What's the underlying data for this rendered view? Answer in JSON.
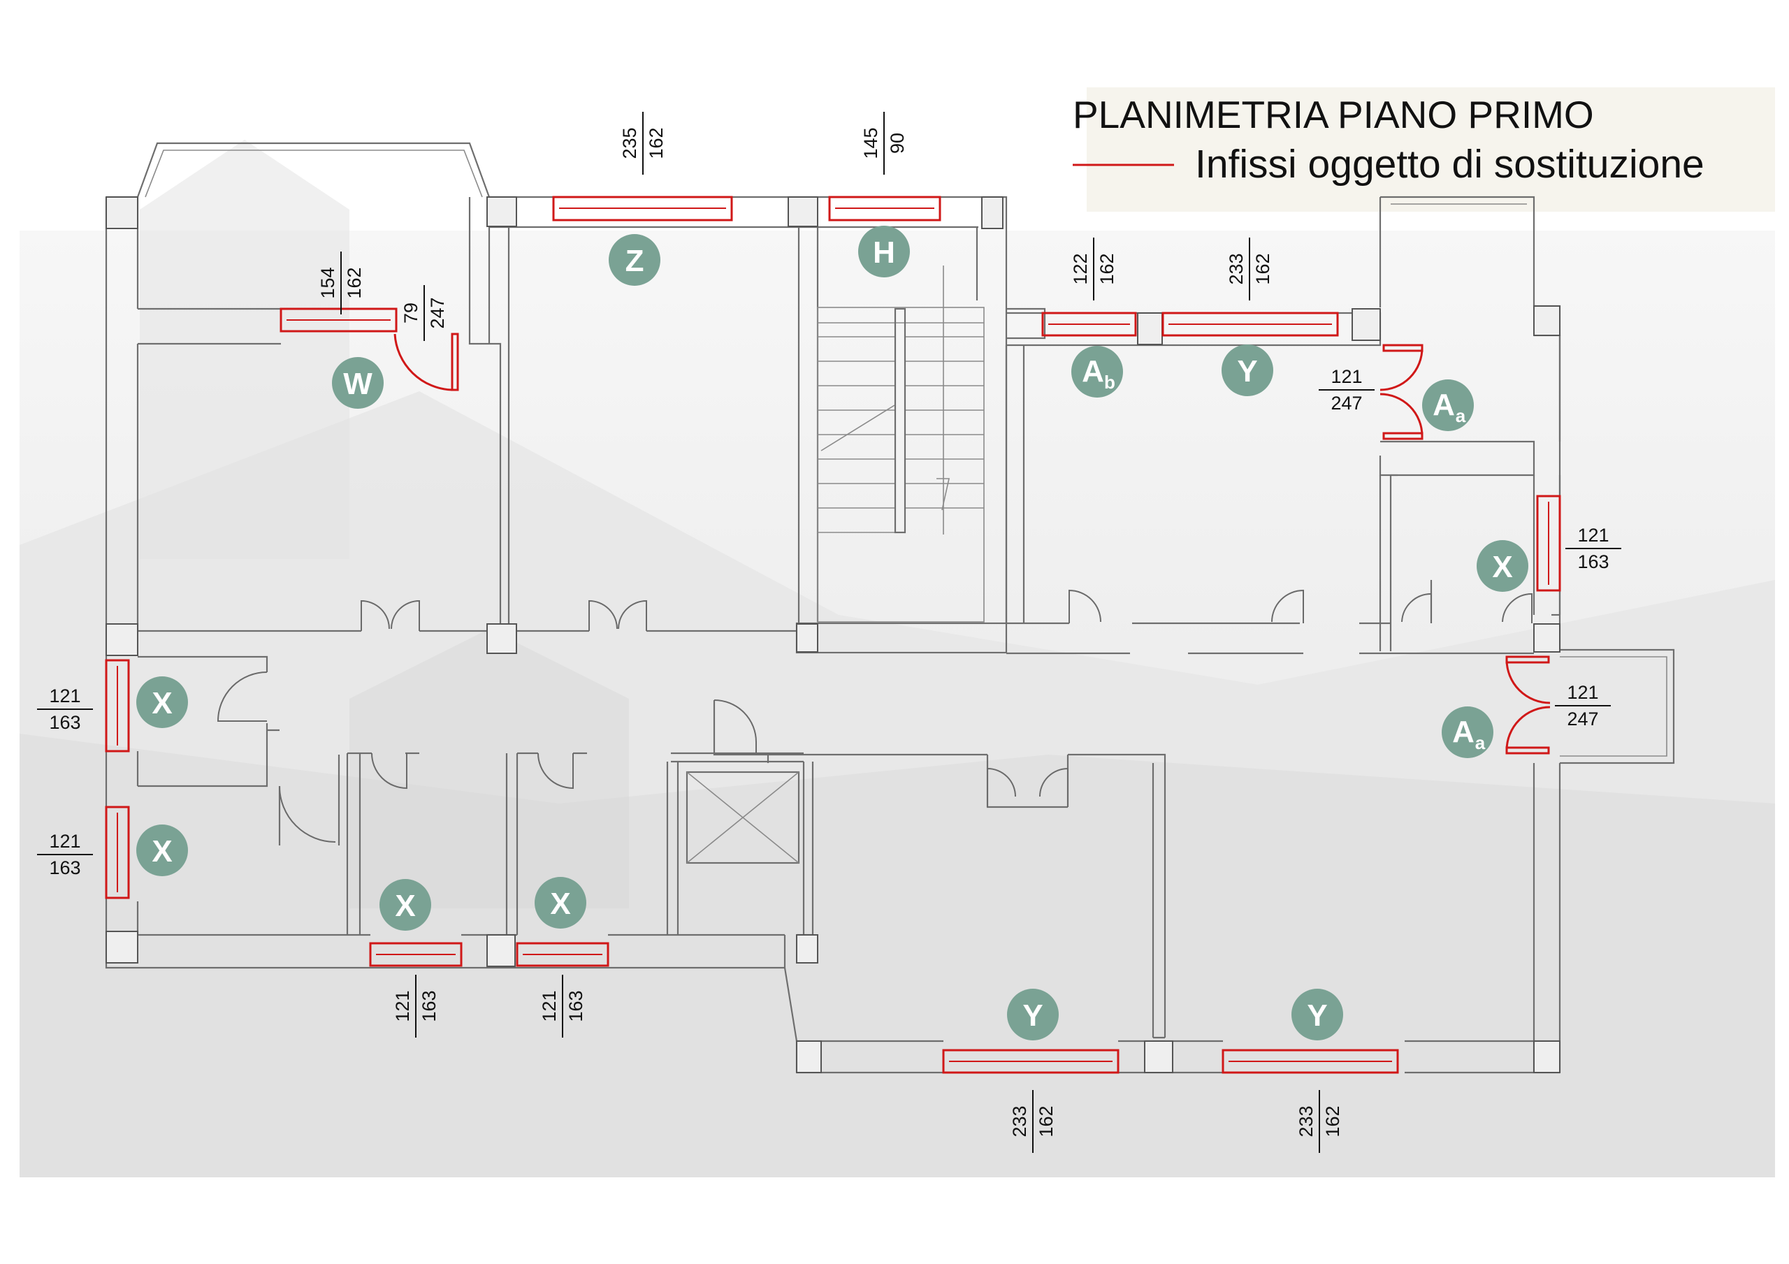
{
  "title": "PLANIMETRIA PIANO PRIMO",
  "legend": {
    "label": "Infissi oggetto di sostituzione",
    "color": "#d01818"
  },
  "colors": {
    "badge": "#7aa294",
    "window": "#d01818",
    "walls": "#6e6e6e"
  },
  "windows": [
    {
      "id": "w-z",
      "top": "235",
      "bottom": "162"
    },
    {
      "id": "w-h",
      "top": "145",
      "bottom": "90"
    },
    {
      "id": "w-w",
      "top": "154",
      "bottom": "162"
    },
    {
      "id": "d-w",
      "top": "79",
      "bottom": "247"
    },
    {
      "id": "w-ab",
      "top": "122",
      "bottom": "162"
    },
    {
      "id": "w-y-top",
      "top": "233",
      "bottom": "162"
    },
    {
      "id": "d-aa-top",
      "top": "121",
      "bottom": "247"
    },
    {
      "id": "w-x-right",
      "top": "121",
      "bottom": "163"
    },
    {
      "id": "d-aa-right",
      "top": "121",
      "bottom": "247"
    },
    {
      "id": "w-x-left-1",
      "top": "121",
      "bottom": "163"
    },
    {
      "id": "w-x-left-2",
      "top": "121",
      "bottom": "163"
    },
    {
      "id": "w-x-bottom-1",
      "top": "121",
      "bottom": "163"
    },
    {
      "id": "w-x-bottom-2",
      "top": "121",
      "bottom": "163"
    },
    {
      "id": "w-y-bottom-1",
      "top": "233",
      "bottom": "162"
    },
    {
      "id": "w-y-bottom-2",
      "top": "233",
      "bottom": "162"
    }
  ],
  "badges": [
    {
      "letter": "Z",
      "sub": ""
    },
    {
      "letter": "H",
      "sub": ""
    },
    {
      "letter": "W",
      "sub": ""
    },
    {
      "letter": "A",
      "sub": "b"
    },
    {
      "letter": "Y",
      "sub": ""
    },
    {
      "letter": "A",
      "sub": "a"
    },
    {
      "letter": "X",
      "sub": ""
    },
    {
      "letter": "A",
      "sub": "a"
    },
    {
      "letter": "X",
      "sub": ""
    },
    {
      "letter": "X",
      "sub": ""
    },
    {
      "letter": "X",
      "sub": ""
    },
    {
      "letter": "X",
      "sub": ""
    },
    {
      "letter": "Y",
      "sub": ""
    },
    {
      "letter": "Y",
      "sub": ""
    }
  ]
}
